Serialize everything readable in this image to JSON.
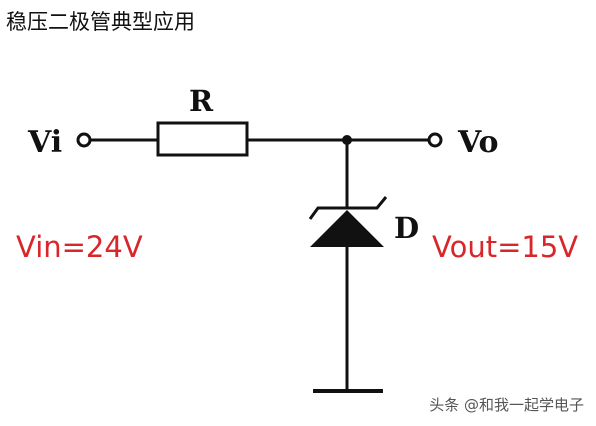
{
  "title": "稳压二极管典型应用",
  "labels": {
    "input": "Vi",
    "output": "Vo",
    "resistor": "R",
    "diode": "D"
  },
  "params": {
    "vin": "Vin=24V",
    "vout": "Vout=15V"
  },
  "watermark": "头条 @和我一起学电子",
  "colors": {
    "wire": "#111111",
    "param_text": "#d8262a"
  }
}
